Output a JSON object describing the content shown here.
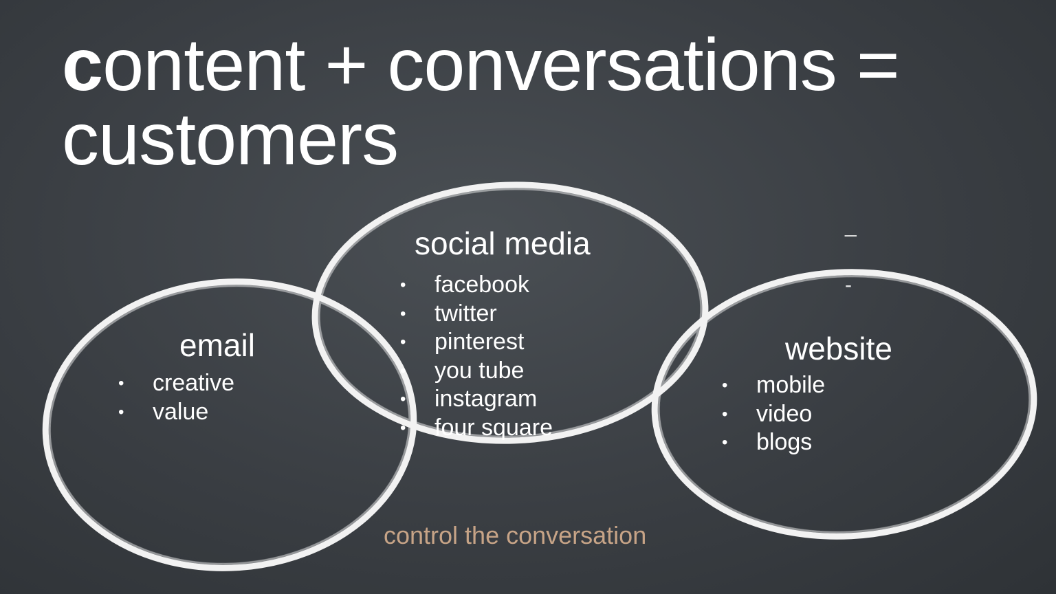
{
  "title": {
    "line1_first": "c",
    "line1_rest": "ontent + conversations =",
    "line2": "customers"
  },
  "circles": {
    "social_media": {
      "heading": "social media",
      "items": [
        "facebook",
        "twitter",
        "pinterest",
        "you tube",
        "instagram",
        "four square"
      ]
    },
    "email": {
      "heading": "email",
      "items": [
        "creative",
        "value"
      ]
    },
    "website": {
      "heading": "website",
      "items": [
        "mobile",
        "video",
        "blogs"
      ]
    }
  },
  "marks": {
    "dash_top": "_",
    "dash_mid": "-"
  },
  "footer": "control the conversation",
  "colors": {
    "background": "#3a3e43",
    "chalk": "#f2f2f2",
    "footer_text": "#c7a487"
  }
}
